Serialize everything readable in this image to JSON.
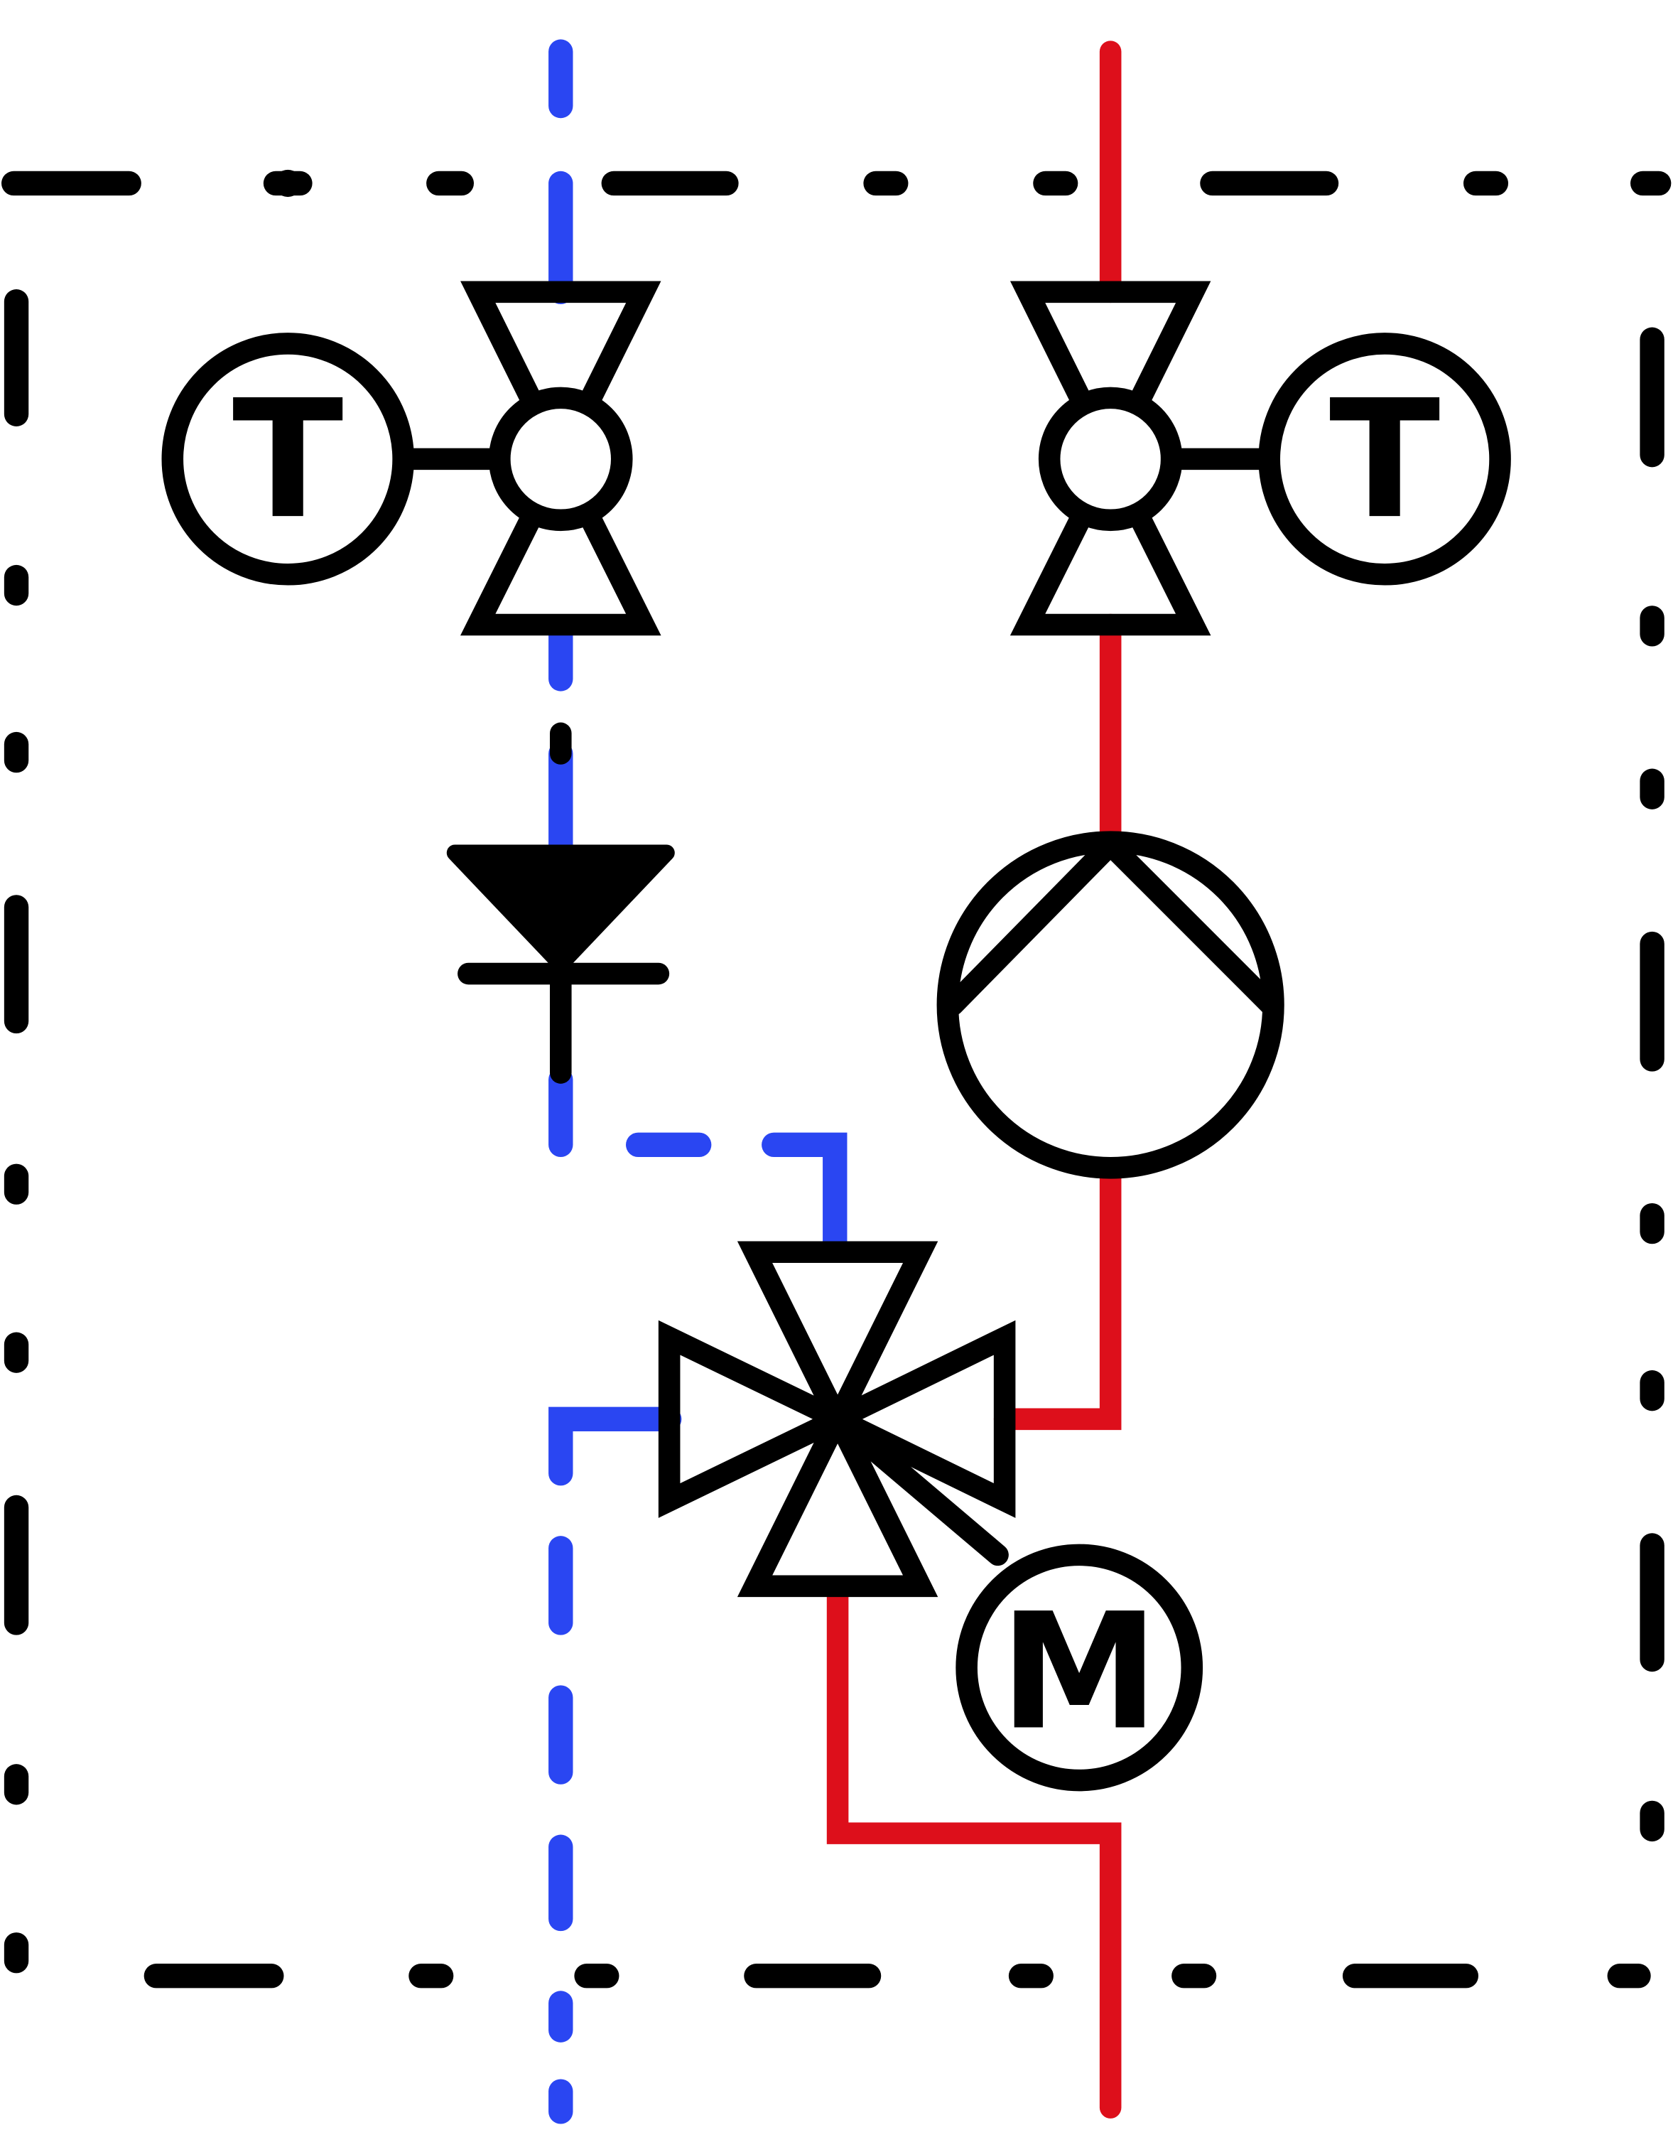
{
  "colors": {
    "background": "#ffffff",
    "symbol": "#000000",
    "supply_line": "#dd0f1b",
    "return_line": "#2a46f2"
  },
  "sensors": {
    "left": {
      "letter": "T",
      "icon": "temperature-sensor-icon"
    },
    "right": {
      "letter": "T",
      "icon": "temperature-sensor-icon"
    }
  },
  "actuator": {
    "letter": "M",
    "icon": "motor-actuator-icon"
  },
  "components": {
    "ball_valves": 2,
    "check_valve": "check-valve-icon",
    "pump": "circulation-pump-icon",
    "mixing_valve": "four-way-mixing-valve-icon"
  }
}
